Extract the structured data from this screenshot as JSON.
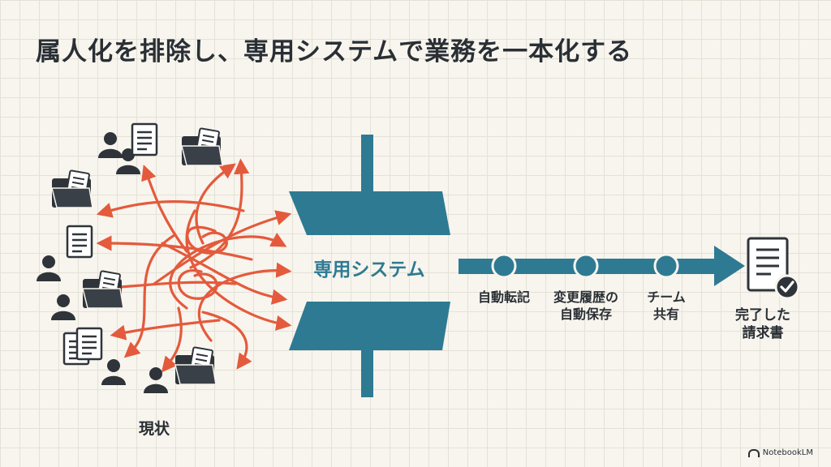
{
  "title": "属人化を排除し、専用システムで業務を一本化する",
  "current_state_label": "現状",
  "system_label": "専用システム",
  "steps": [
    {
      "line1": "自動転記",
      "line2": ""
    },
    {
      "line1": "変更履歴の",
      "line2": "自動保存"
    },
    {
      "line1": "チーム",
      "line2": "共有"
    }
  ],
  "result_line1": "完了した",
  "result_line2": "請求書",
  "brand": "NotebookLM",
  "colors": {
    "accent_teal": "#2e7a93",
    "arrow_red": "#e45a3c",
    "icon_dark": "#2f343a",
    "text": "#2a2f35"
  },
  "icons": [
    "person-icon",
    "document-icon",
    "folder-icon",
    "checked-invoice-icon"
  ]
}
